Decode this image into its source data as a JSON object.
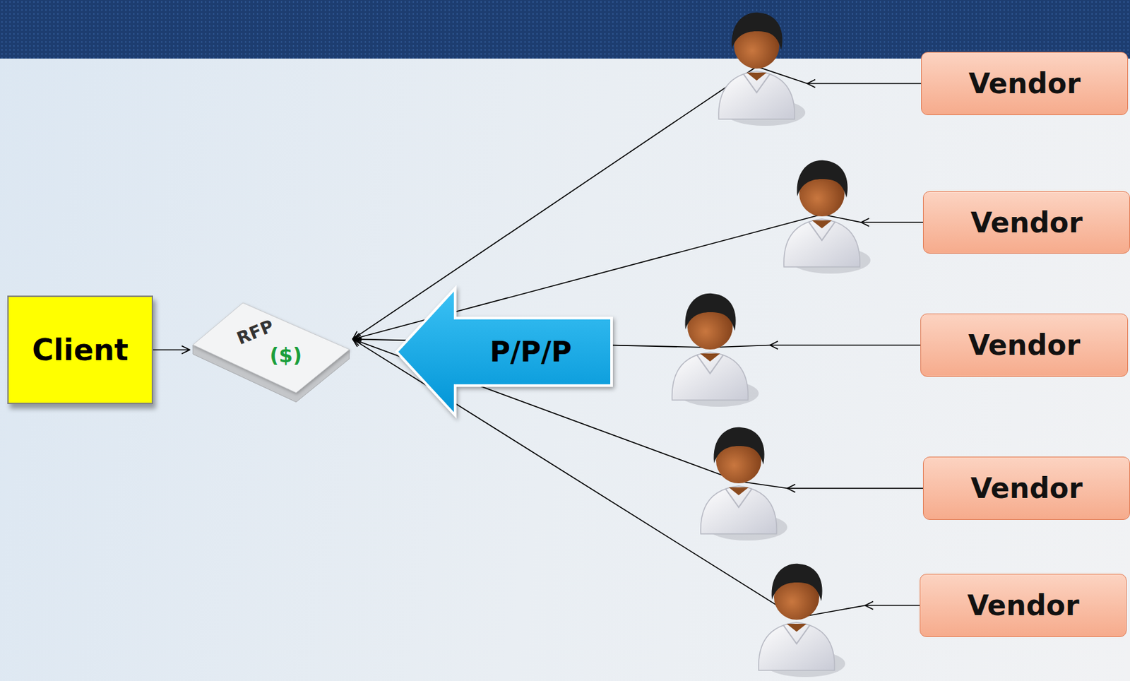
{
  "diagram": {
    "nodes": [
      {
        "text": [
          "Client"
        ]
      },
      {
        "text": [
          "RFP",
          "($)"
        ]
      },
      {
        "text": [
          "P/P/P"
        ]
      },
      {
        "text": [
          "Vendor"
        ]
      },
      {
        "text": [
          "Vendor"
        ]
      },
      {
        "text": [
          "Vendor"
        ]
      },
      {
        "text": [
          "Vendor"
        ]
      },
      {
        "text": [
          "Vendor"
        ]
      }
    ],
    "edges": [
      {
        "from": 0,
        "to": 1,
        "arrow": "to"
      },
      {
        "from": 3,
        "to": 1,
        "arrow": "to"
      },
      {
        "from": 4,
        "to": 1,
        "arrow": "to"
      },
      {
        "from": 5,
        "to": 1,
        "arrow": "to"
      },
      {
        "from": 6,
        "to": 1,
        "arrow": "to"
      },
      {
        "from": 7,
        "to": 1,
        "arrow": "to"
      }
    ]
  }
}
